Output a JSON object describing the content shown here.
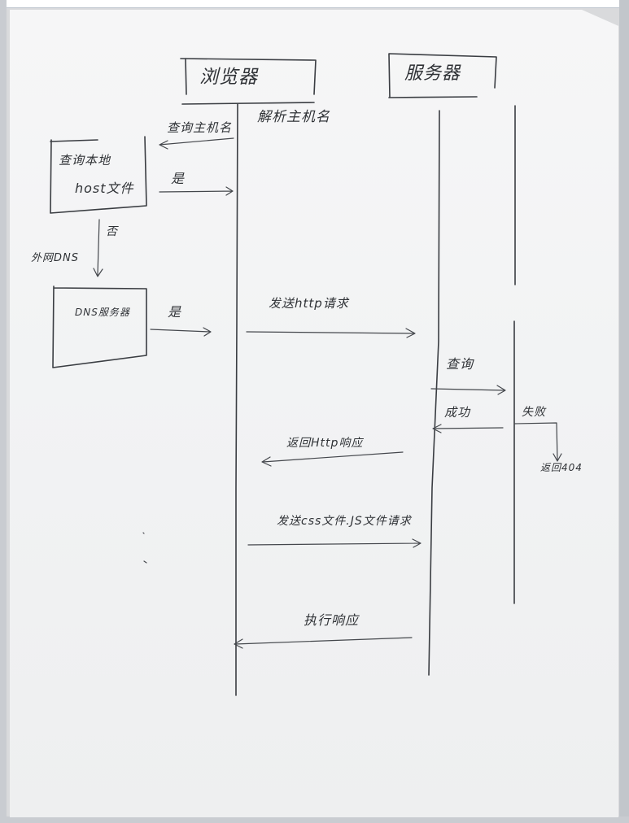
{
  "actors": {
    "browser": "浏览器",
    "server": "服务器"
  },
  "labels": {
    "resolve_hostname": "解析主机名",
    "query_hostname": "查询主机名",
    "local_host_box": "查询本地\nhost文件",
    "local_host_line1": "查询本地",
    "local_host_line2": "host文件",
    "yes_1": "是",
    "no": "否",
    "external_dns": "外网DNS",
    "dns_server": "DNS服务器",
    "yes_2": "是",
    "send_http_request": "发送http请求",
    "query": "查询",
    "success": "成功",
    "failure": "失败",
    "return_404": "返回404",
    "return_http_response": "返回Http响应",
    "send_css_js_request": "发送css文件.JS文件请求",
    "execute_response": "执行响应"
  }
}
